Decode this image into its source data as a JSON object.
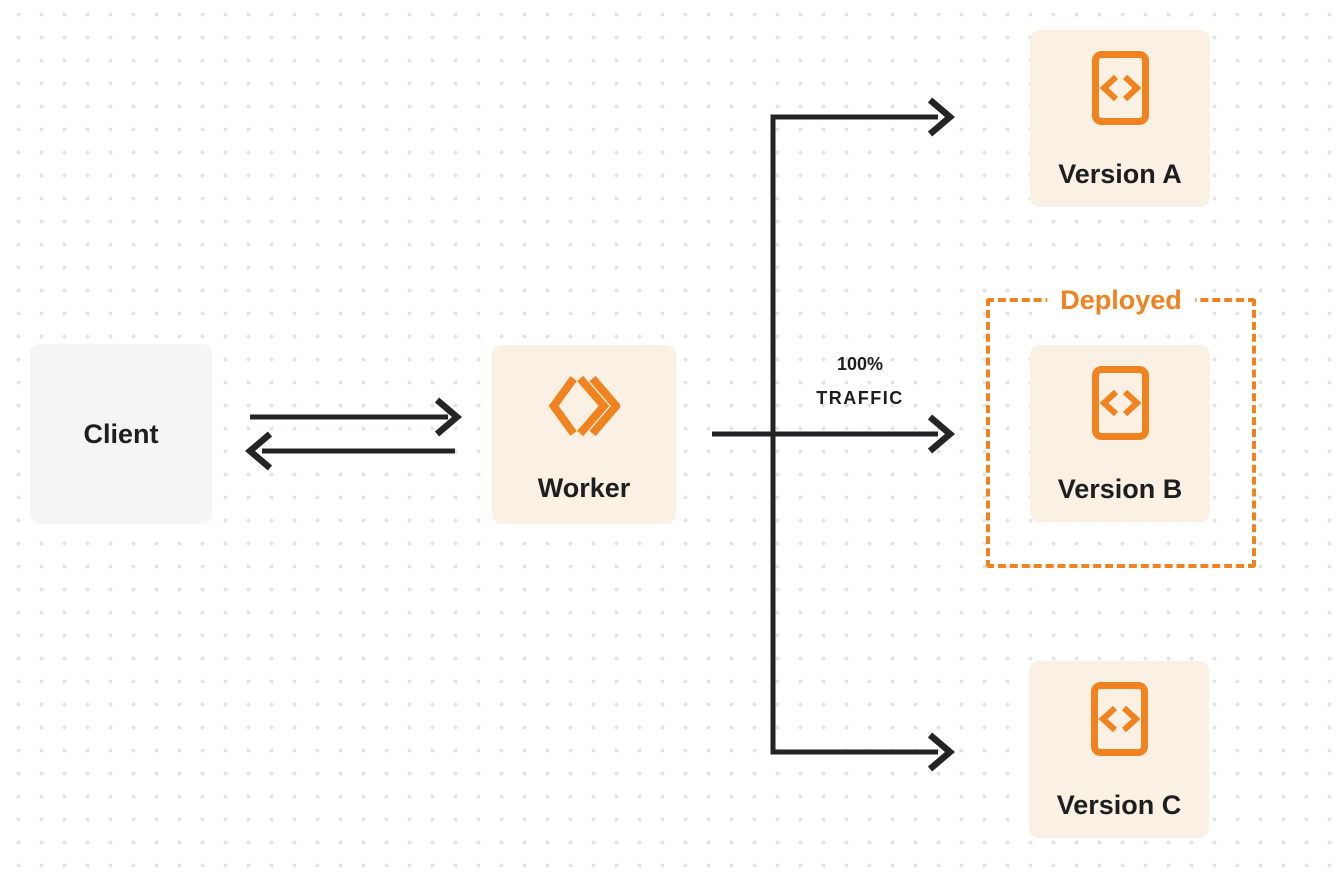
{
  "page": {
    "background": "#FFFFFF",
    "dot_grid_color": "#E3E3E3"
  },
  "colors": {
    "accent": "#F0821F",
    "ink": "#232426",
    "node_bg": "#FAF1E4",
    "client_bg": "#F4F5F6"
  },
  "nodes": {
    "client": {
      "label": "Client"
    },
    "worker": {
      "label": "Worker",
      "icon": "cloudflare-workers-logo-icon"
    },
    "version_a": {
      "label": "Version A",
      "icon": "code-file-icon"
    },
    "version_b": {
      "label": "Version B",
      "icon": "code-file-icon"
    },
    "version_c": {
      "label": "Version C",
      "icon": "code-file-icon"
    }
  },
  "annotations": {
    "deployed": {
      "label": "Deployed"
    },
    "traffic": {
      "line1": "100%",
      "line2": "TRAFFIC"
    }
  },
  "arrows": [
    {
      "name": "client-to-worker",
      "direction": "right"
    },
    {
      "name": "worker-to-client",
      "direction": "left"
    },
    {
      "name": "worker-to-version-b",
      "direction": "right",
      "label": "100% TRAFFIC"
    },
    {
      "name": "branch-to-version-a",
      "direction": "right"
    },
    {
      "name": "branch-to-version-c",
      "direction": "right"
    }
  ]
}
